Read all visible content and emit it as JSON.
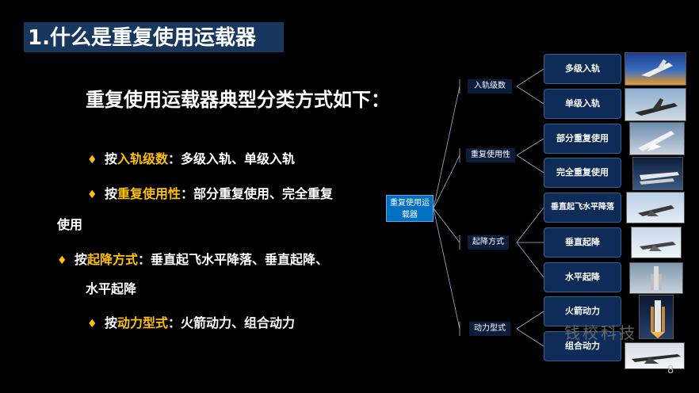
{
  "slide": {
    "title": "1.什么是重复使用运载器",
    "heading": "重复使用运载器典型分类方式如下：",
    "page_number": "8",
    "watermark": "钱校科技"
  },
  "bullets": [
    {
      "prefix": "按",
      "highlight": "入轨级数",
      "rest": "：多级入轨、单级入轨"
    },
    {
      "prefix": "按",
      "highlight": "重复使用性",
      "rest": "：部分重复使用、完全重复",
      "cont": "使用"
    },
    {
      "prefix": "按",
      "highlight": "起降方式",
      "rest": "：垂直起飞水平降落、垂直起降、",
      "cont": "水平起降"
    },
    {
      "prefix": "按",
      "highlight": "动力型式",
      "rest": "：火箭动力、组合动力"
    }
  ],
  "diagram": {
    "root": "重复使用运载器",
    "categories": [
      {
        "label": "入轨级数",
        "leaves": [
          "多级入轨",
          "单级入轨"
        ]
      },
      {
        "label": "重复使用性",
        "leaves": [
          "部分重复使用",
          "完全重复使用"
        ]
      },
      {
        "label": "起降方式",
        "leaves": [
          "垂直起飞水平降落",
          "垂直起降",
          "水平起降"
        ]
      },
      {
        "label": "动力型式",
        "leaves": [
          "火箭动力",
          "组合动力"
        ]
      }
    ]
  },
  "colors": {
    "accent": "#ffc000",
    "title_bg": "#17375e",
    "root_bg": "#0070c0",
    "leaf_bg": "#0f2b57"
  }
}
